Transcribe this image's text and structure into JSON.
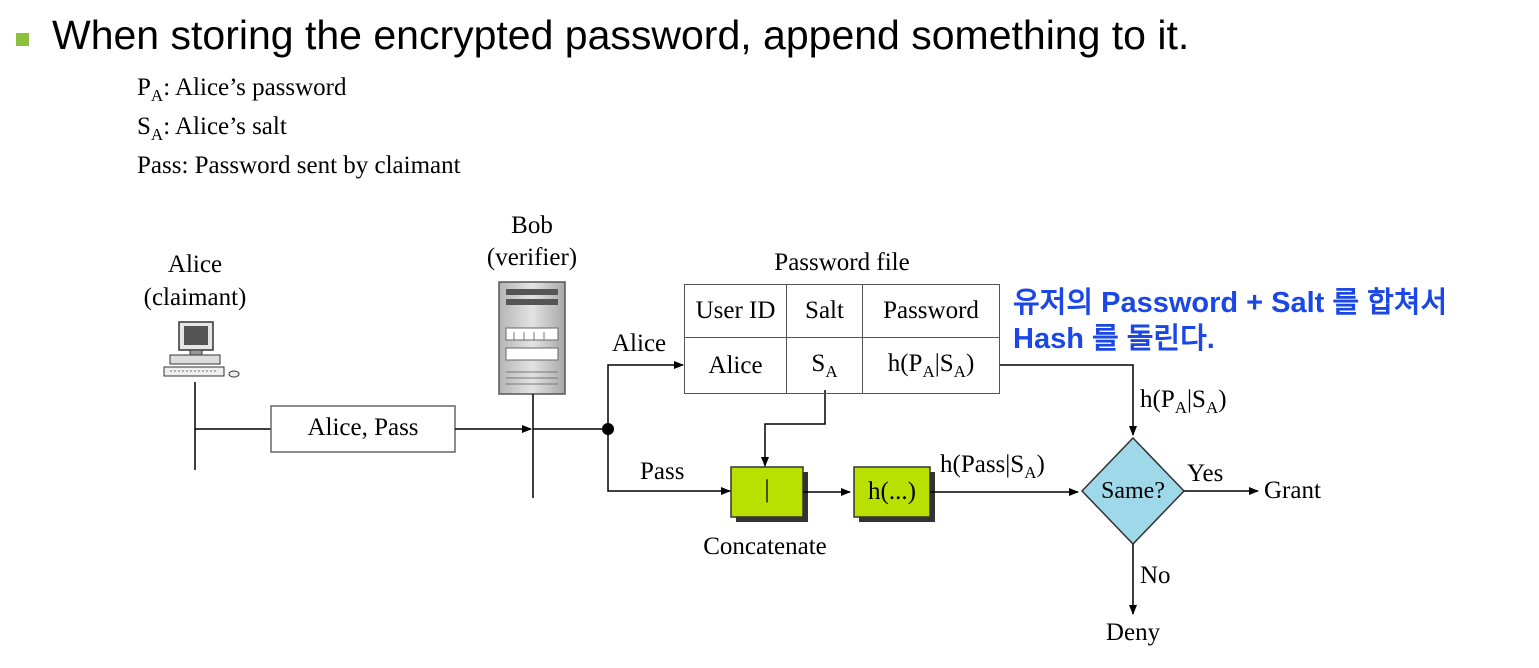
{
  "slide": {
    "title": "When storing the encrypted password, append something to it.",
    "bullet_color": "#8dbf3e"
  },
  "legend": [
    {
      "symbol": "P",
      "sub": "A",
      "text": ": Alice’s password"
    },
    {
      "symbol": "S",
      "sub": "A",
      "text": ": Alice’s salt"
    },
    {
      "symbol": "",
      "sub": "",
      "text": "Pass: Password sent by claimant"
    }
  ],
  "alice": {
    "line1": "Alice",
    "line2": "(claimant)",
    "icon": "computer-icon"
  },
  "bob": {
    "line1": "Bob",
    "line2": "(verifier)",
    "icon": "server-icon"
  },
  "message": "Alice, Pass",
  "password_file": {
    "caption": "Password file",
    "headers": [
      "User ID",
      "Salt",
      "Password"
    ],
    "row": {
      "user_id": "Alice",
      "salt_main": "S",
      "salt_sub": "A",
      "pw_a": "h(P",
      "pw_sub1": "A",
      "pw_b": "|S",
      "pw_sub2": "A",
      "pw_c": ")"
    }
  },
  "flow": {
    "alice_label": "Alice",
    "pass_label": "Pass",
    "concat_symbol": "|",
    "concat_label": "Concatenate",
    "hash_label": "h(...)",
    "hpass": {
      "a": "h(Pass|S",
      "sub": "A",
      "b": ")"
    },
    "hpa": {
      "a": "h(P",
      "sub1": "A",
      "b": "|S",
      "sub2": "A",
      "c": ")"
    },
    "same": "Same?",
    "yes": "Yes",
    "grant": "Grant",
    "no": "No",
    "deny": "Deny"
  },
  "annotation": {
    "line1": "유저의 Password + Salt 를 합쳐서",
    "line2": "Hash 를 돌린다.",
    "color": "#1a47e6"
  },
  "colors": {
    "box_fill": "#b9e000",
    "diamond_fill": "#9fd8e8"
  }
}
